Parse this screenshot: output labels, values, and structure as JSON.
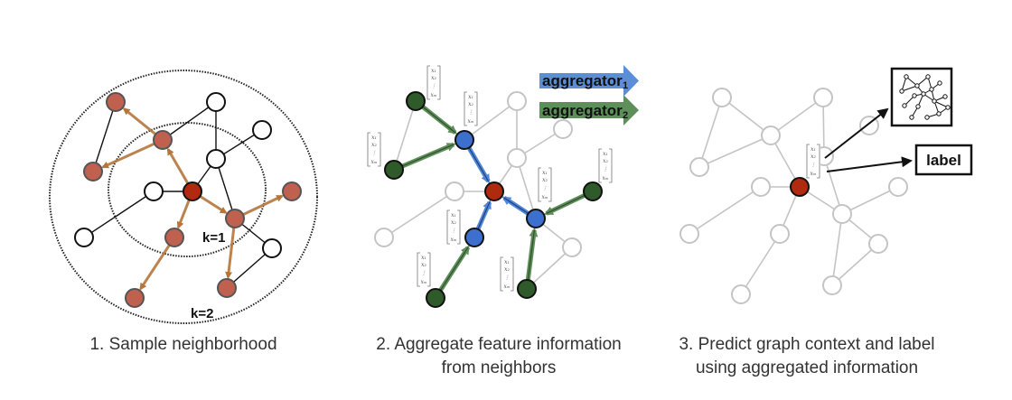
{
  "colors": {
    "sampled_node": "#c0604f",
    "target_node": "#b02a10",
    "sample_edge": "#b5763b",
    "blue_node": "#3d6fcf",
    "blue_edge": "#4f86d6",
    "green_node": "#2f5a2a",
    "green_edge": "#5e8e5a",
    "faded": "#c4c4c4",
    "aggregator1": "#5b8ed6",
    "aggregator2": "#5e8e5a"
  },
  "panel1": {
    "caption": "1. Sample neighborhood",
    "k1_label": "k=1",
    "k2_label": "k=2"
  },
  "panel2": {
    "caption_line1": "2. Aggregate feature information",
    "caption_line2": "from neighbors",
    "aggregator1_label": "aggregator",
    "aggregator1_sub": "1",
    "aggregator2_label": "aggregator",
    "aggregator2_sub": "2"
  },
  "panel3": {
    "caption_line1": "3. Predict graph context and label",
    "caption_line2": "using aggregated information",
    "output_label": "label"
  },
  "feature_vector": {
    "entries": [
      "x₁",
      "x₂",
      "⋮",
      "xₘ"
    ]
  }
}
